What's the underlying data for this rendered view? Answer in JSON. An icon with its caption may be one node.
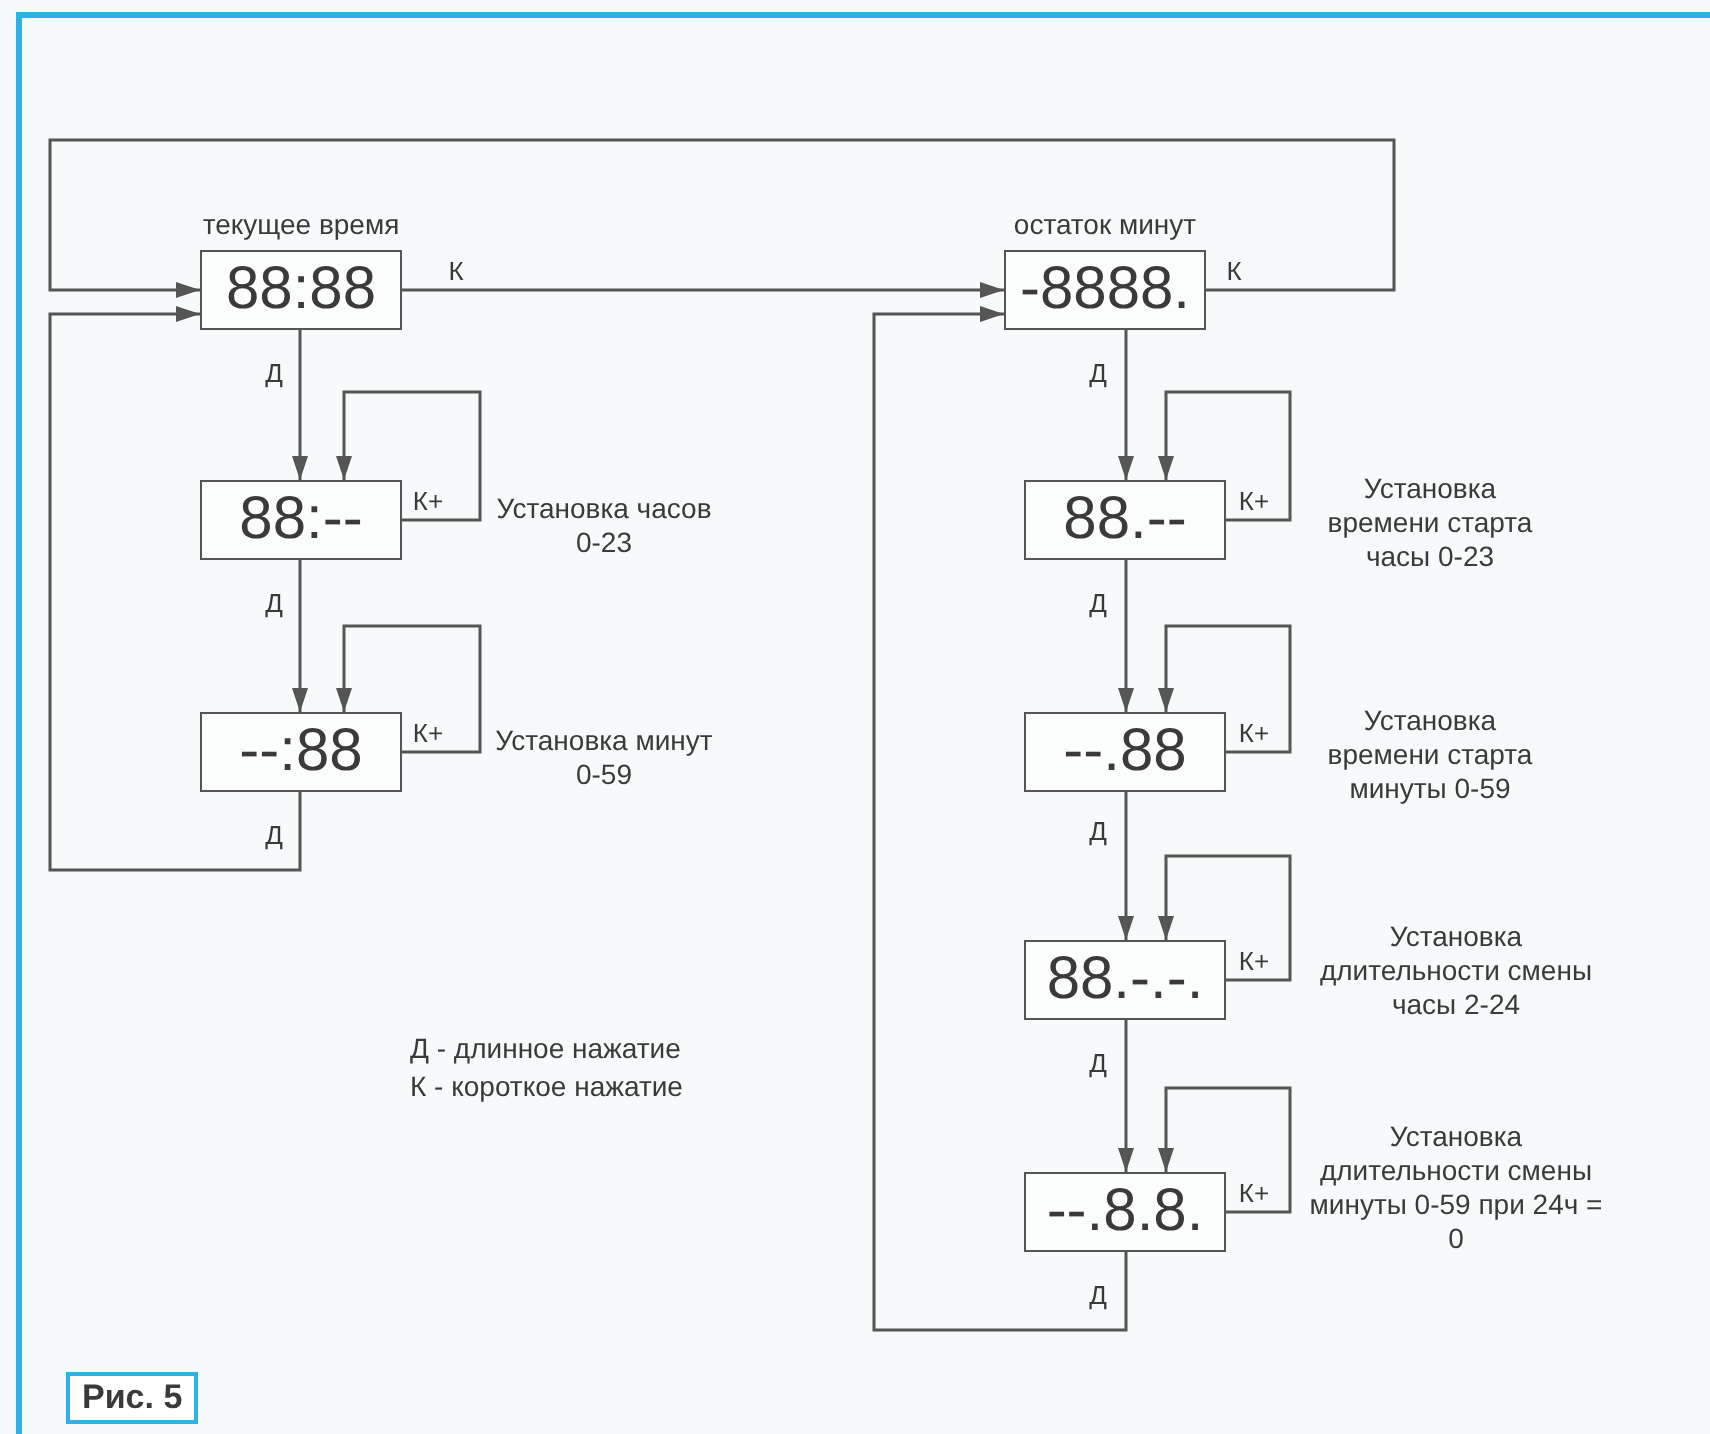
{
  "diagram": {
    "caption": "Рис. 5",
    "nodes": [
      {
        "text": [
          "текущее время",
          "88:88"
        ]
      },
      {
        "text": [
          "88:--"
        ],
        "beside": [
          "Установка часов 0-23"
        ]
      },
      {
        "text": [
          "--:88"
        ],
        "beside": [
          "Установка минут 0-59"
        ]
      },
      {
        "text": [
          "остаток минут",
          "-8888."
        ]
      },
      {
        "text": [
          "88.--"
        ],
        "beside": [
          "Установка времени старта часы 0-23"
        ]
      },
      {
        "text": [
          "--.88"
        ],
        "beside": [
          "Установка времени старта минуты 0-59"
        ]
      },
      {
        "text": [
          "88.-.-."
        ],
        "beside": [
          "Установка длительности смены часы 2-24"
        ]
      },
      {
        "text": [
          "--.8.8."
        ],
        "beside": [
          "Установка длительности смены минуты 0-59 при 24ч = 0"
        ]
      }
    ],
    "edges": [
      {
        "from": 0,
        "to": 1,
        "arrow": "to",
        "label": "Д"
      },
      {
        "from": 1,
        "to": 1,
        "arrow": "to",
        "label": "К+"
      },
      {
        "from": 1,
        "to": 2,
        "arrow": "to",
        "label": "Д"
      },
      {
        "from": 2,
        "to": 2,
        "arrow": "to",
        "label": "К+"
      },
      {
        "from": 2,
        "to": 0,
        "arrow": "to",
        "label": "Д"
      },
      {
        "from": 0,
        "to": 3,
        "arrow": "to",
        "label": "К"
      },
      {
        "from": 3,
        "to": 4,
        "arrow": "to",
        "label": "Д"
      },
      {
        "from": 4,
        "to": 4,
        "arrow": "to",
        "label": "К+"
      },
      {
        "from": 4,
        "to": 5,
        "arrow": "to",
        "label": "Д"
      },
      {
        "from": 5,
        "to": 5,
        "arrow": "to",
        "label": "К+"
      },
      {
        "from": 5,
        "to": 6,
        "arrow": "to",
        "label": "Д"
      },
      {
        "from": 6,
        "to": 6,
        "arrow": "to",
        "label": "К+"
      },
      {
        "from": 6,
        "to": 7,
        "arrow": "to",
        "label": "Д"
      },
      {
        "from": 7,
        "to": 7,
        "arrow": "to",
        "label": "К+"
      },
      {
        "from": 7,
        "to": 3,
        "arrow": "to",
        "label": "Д"
      },
      {
        "from": 3,
        "to": 0,
        "arrow": "to",
        "label": "К"
      }
    ],
    "labels": [
      "Д - длинное нажатие",
      "К - короткое нажатие"
    ]
  }
}
